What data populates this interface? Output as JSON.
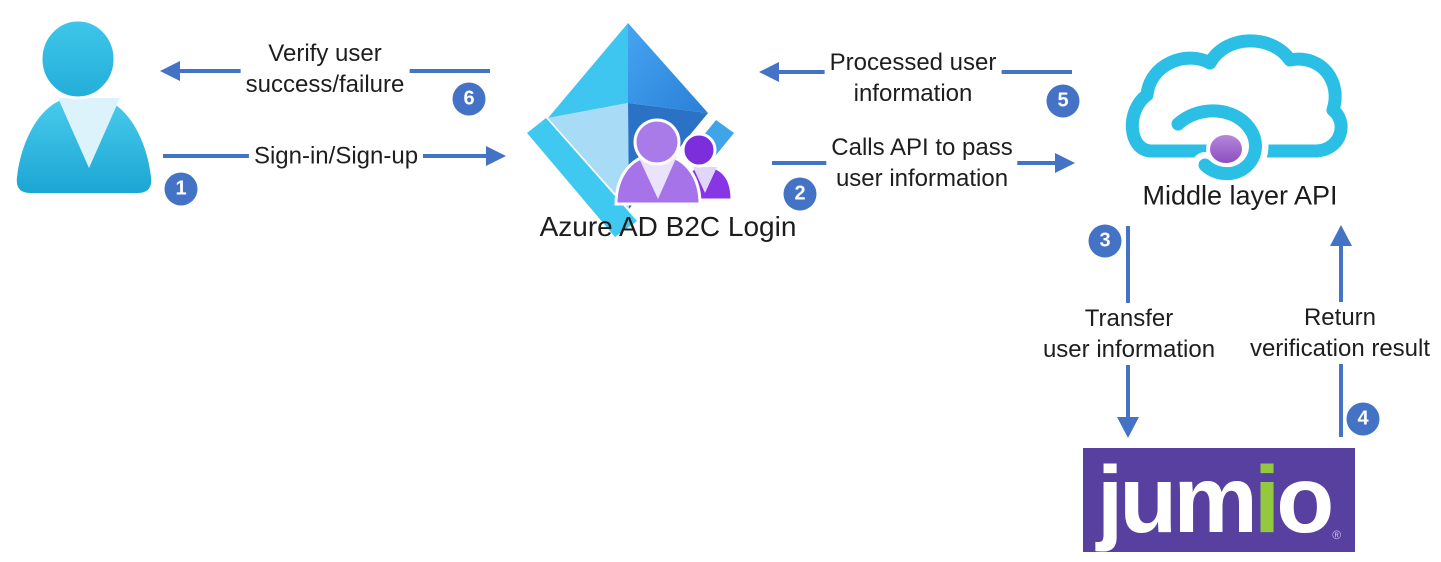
{
  "nodes": {
    "azure": {
      "label": "Azure AD B2C Login"
    },
    "api": {
      "label": "Middle layer API"
    },
    "jumio": {
      "part1": "jum",
      "part_i": "i",
      "part2": "o",
      "reg": "®"
    }
  },
  "arrows": {
    "a1": {
      "label": "Sign-in/Sign-up",
      "badge": "1",
      "direction": "right"
    },
    "a2": {
      "line1": "Calls API to pass",
      "line2": "user information",
      "badge": "2",
      "direction": "right"
    },
    "a3": {
      "line1": "Transfer",
      "line2": "user information",
      "badge": "3",
      "direction": "down"
    },
    "a4": {
      "line1": "Return",
      "line2": "verification result",
      "badge": "4",
      "direction": "up"
    },
    "a5": {
      "line1": "Processed user",
      "line2": "information",
      "badge": "5",
      "direction": "left"
    },
    "a6": {
      "line1": "Verify user",
      "line2": "success/failure",
      "badge": "6",
      "direction": "left"
    }
  },
  "colors": {
    "arrow": "#4472C4",
    "badge": "#4472C4",
    "person_cyan": "#2FBCDF",
    "pyramid_cyan": "#3EC6F1",
    "pyramid_blue": "#2F8CE2",
    "people_purple": "#A673E9",
    "cloud_cyan": "#2BBFE6",
    "cloud_dot_purple": "#9A5FC9",
    "jumio_bg": "#5840A0",
    "jumio_green": "#94C83D"
  }
}
